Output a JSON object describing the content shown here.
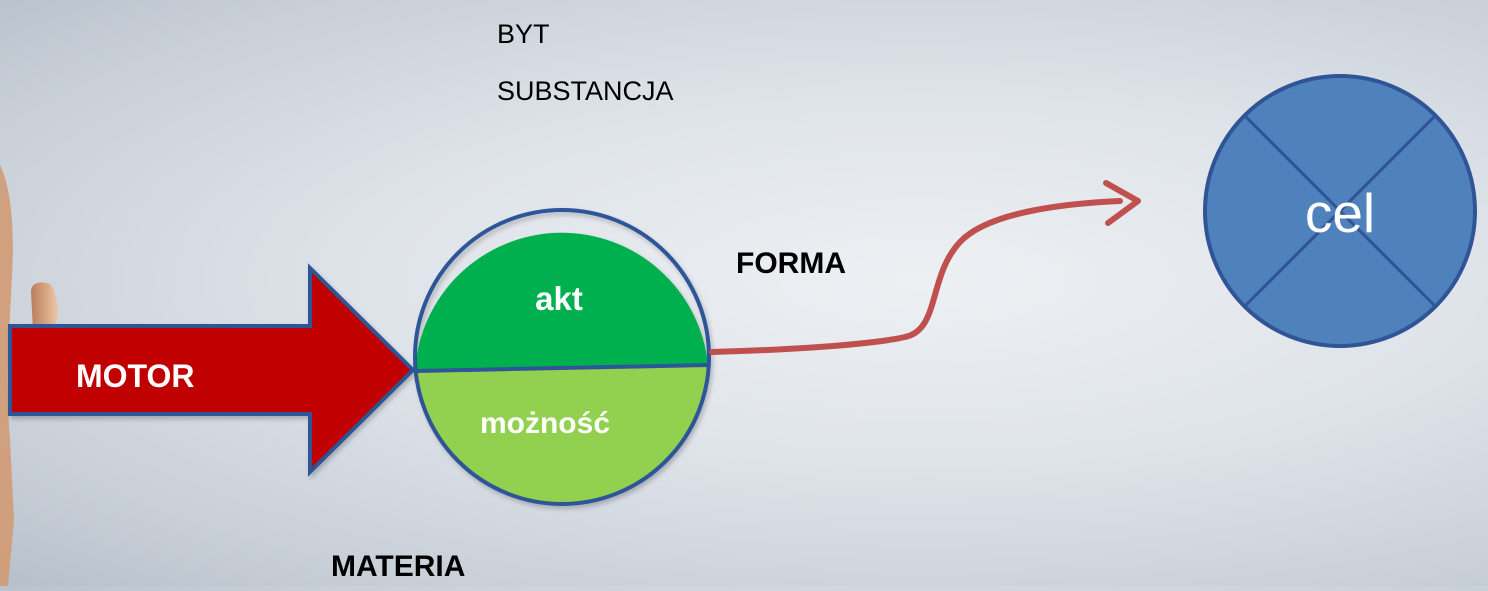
{
  "diagram": {
    "byt_label": "BYT",
    "substancja_label": "SUBSTANCJA",
    "forma_label": "FORMA",
    "materia_label": "MATERIA",
    "motor_label": "MOTOR",
    "akt_label": "akt",
    "moznosc_label": "możność",
    "cel_label": "cel"
  },
  "colors": {
    "motor_fill": "#c00000",
    "motor_stroke": "#2f5597",
    "akt_fill": "#00b050",
    "moznosc_fill": "#92d050",
    "circle_stroke": "#2f5597",
    "cel_fill": "#4f81bd",
    "curve_stroke": "#c0504d"
  }
}
